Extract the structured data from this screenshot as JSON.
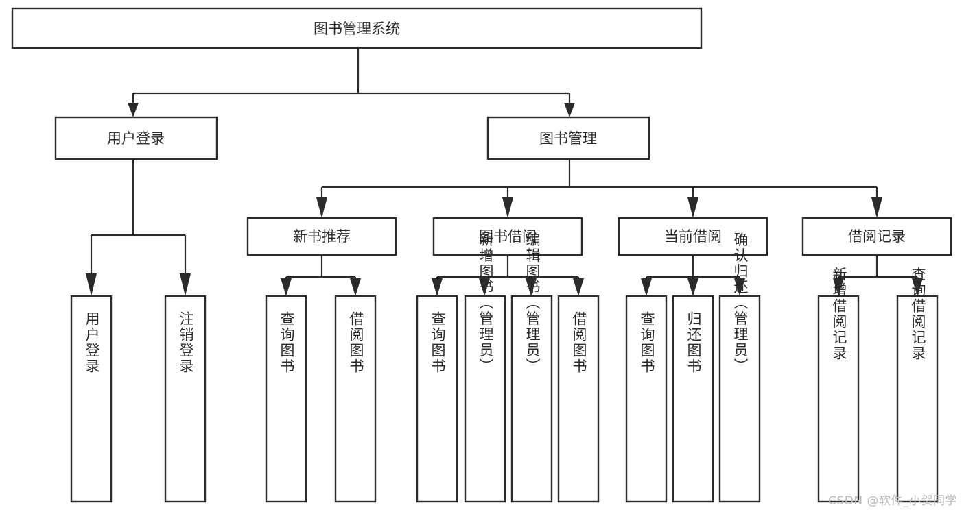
{
  "diagram": {
    "type": "tree-hierarchy",
    "title": "图书管理系统",
    "orientation": "top-down",
    "colors": {
      "box_stroke": "#2b2b2b",
      "box_fill": "#ffffff",
      "connector": "#2b2b2b",
      "background": "#ffffff",
      "watermark": "#b9b9b9"
    },
    "root": {
      "id": "root",
      "label": "图书管理系统",
      "orientation": "horizontal"
    },
    "level2": [
      {
        "id": "user-login",
        "label": "用户登录",
        "orientation": "horizontal"
      },
      {
        "id": "book-management",
        "label": "图书管理",
        "orientation": "horizontal"
      }
    ],
    "level3": [
      {
        "id": "new-book-recommend",
        "label": "新书推荐",
        "orientation": "horizontal",
        "parent": "book-management"
      },
      {
        "id": "book-borrow",
        "label": "图书借阅",
        "orientation": "horizontal",
        "parent": "book-management"
      },
      {
        "id": "current-borrow",
        "label": "当前借阅",
        "orientation": "horizontal",
        "parent": "book-management"
      },
      {
        "id": "borrow-record",
        "label": "借阅记录",
        "orientation": "horizontal",
        "parent": "book-management"
      }
    ],
    "leaves": [
      {
        "id": "leaf-user-login",
        "label": "用户登录",
        "orientation": "vertical",
        "parent": "user-login"
      },
      {
        "id": "leaf-logout-login",
        "label": "注销登录",
        "orientation": "vertical",
        "parent": "user-login"
      },
      {
        "id": "leaf-query-book-1",
        "label": "查询图书",
        "orientation": "vertical",
        "parent": "new-book-recommend"
      },
      {
        "id": "leaf-borrow-book-1",
        "label": "借阅图书",
        "orientation": "vertical",
        "parent": "new-book-recommend"
      },
      {
        "id": "leaf-query-book-2",
        "label": "查询图书",
        "orientation": "vertical",
        "parent": "book-borrow"
      },
      {
        "id": "leaf-add-book",
        "label": "新增图书（管理员）",
        "orientation": "vertical",
        "parent": "book-borrow"
      },
      {
        "id": "leaf-edit-book",
        "label": "编辑图书（管理员）",
        "orientation": "vertical",
        "parent": "book-borrow"
      },
      {
        "id": "leaf-borrow-book-2",
        "label": "借阅图书",
        "orientation": "vertical",
        "parent": "book-borrow"
      },
      {
        "id": "leaf-query-book-3",
        "label": "查询图书",
        "orientation": "vertical",
        "parent": "current-borrow"
      },
      {
        "id": "leaf-return-book",
        "label": "归还图书",
        "orientation": "vertical",
        "parent": "current-borrow"
      },
      {
        "id": "leaf-confirm-return",
        "label": "确认归还（管理员）",
        "orientation": "vertical",
        "parent": "current-borrow"
      },
      {
        "id": "leaf-add-record",
        "label": "新增借阅记录",
        "orientation": "vertical",
        "parent": "borrow-record"
      },
      {
        "id": "leaf-query-record",
        "label": "查询借阅记录",
        "orientation": "vertical",
        "parent": "borrow-record"
      }
    ]
  },
  "watermark": {
    "text": "CSDN @软件_小贺同学"
  }
}
